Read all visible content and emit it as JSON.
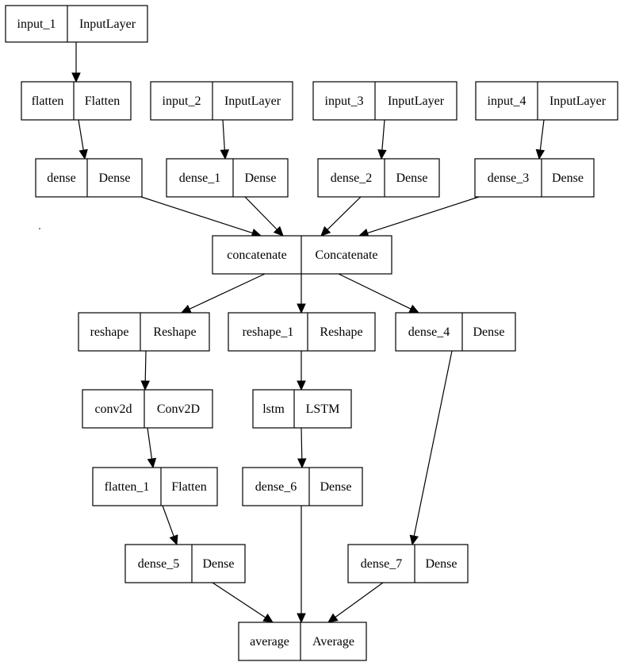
{
  "nodes": [
    {
      "id": "input_1",
      "name": "input_1",
      "type": "InputLayer"
    },
    {
      "id": "flatten",
      "name": "flatten",
      "type": "Flatten"
    },
    {
      "id": "input_2",
      "name": "input_2",
      "type": "InputLayer"
    },
    {
      "id": "input_3",
      "name": "input_3",
      "type": "InputLayer"
    },
    {
      "id": "input_4",
      "name": "input_4",
      "type": "InputLayer"
    },
    {
      "id": "dense",
      "name": "dense",
      "type": "Dense"
    },
    {
      "id": "dense_1",
      "name": "dense_1",
      "type": "Dense"
    },
    {
      "id": "dense_2",
      "name": "dense_2",
      "type": "Dense"
    },
    {
      "id": "dense_3",
      "name": "dense_3",
      "type": "Dense"
    },
    {
      "id": "concatenate",
      "name": "concatenate",
      "type": "Concatenate"
    },
    {
      "id": "reshape",
      "name": "reshape",
      "type": "Reshape"
    },
    {
      "id": "reshape_1",
      "name": "reshape_1",
      "type": "Reshape"
    },
    {
      "id": "dense_4",
      "name": "dense_4",
      "type": "Dense"
    },
    {
      "id": "conv2d",
      "name": "conv2d",
      "type": "Conv2D"
    },
    {
      "id": "lstm",
      "name": "lstm",
      "type": "LSTM"
    },
    {
      "id": "flatten_1",
      "name": "flatten_1",
      "type": "Flatten"
    },
    {
      "id": "dense_6",
      "name": "dense_6",
      "type": "Dense"
    },
    {
      "id": "dense_5",
      "name": "dense_5",
      "type": "Dense"
    },
    {
      "id": "dense_7",
      "name": "dense_7",
      "type": "Dense"
    },
    {
      "id": "average",
      "name": "average",
      "type": "Average"
    }
  ],
  "edges": [
    {
      "from": "input_1",
      "to": "flatten"
    },
    {
      "from": "flatten",
      "to": "dense"
    },
    {
      "from": "input_2",
      "to": "dense_1"
    },
    {
      "from": "input_3",
      "to": "dense_2"
    },
    {
      "from": "input_4",
      "to": "dense_3"
    },
    {
      "from": "dense",
      "to": "concatenate"
    },
    {
      "from": "dense_1",
      "to": "concatenate"
    },
    {
      "from": "dense_2",
      "to": "concatenate"
    },
    {
      "from": "dense_3",
      "to": "concatenate"
    },
    {
      "from": "concatenate",
      "to": "reshape"
    },
    {
      "from": "concatenate",
      "to": "reshape_1"
    },
    {
      "from": "concatenate",
      "to": "dense_4"
    },
    {
      "from": "reshape",
      "to": "conv2d"
    },
    {
      "from": "reshape_1",
      "to": "lstm"
    },
    {
      "from": "dense_4",
      "to": "dense_7"
    },
    {
      "from": "conv2d",
      "to": "flatten_1"
    },
    {
      "from": "lstm",
      "to": "dense_6"
    },
    {
      "from": "flatten_1",
      "to": "dense_5"
    },
    {
      "from": "dense_5",
      "to": "average"
    },
    {
      "from": "dense_6",
      "to": "average"
    },
    {
      "from": "dense_7",
      "to": "average"
    }
  ]
}
